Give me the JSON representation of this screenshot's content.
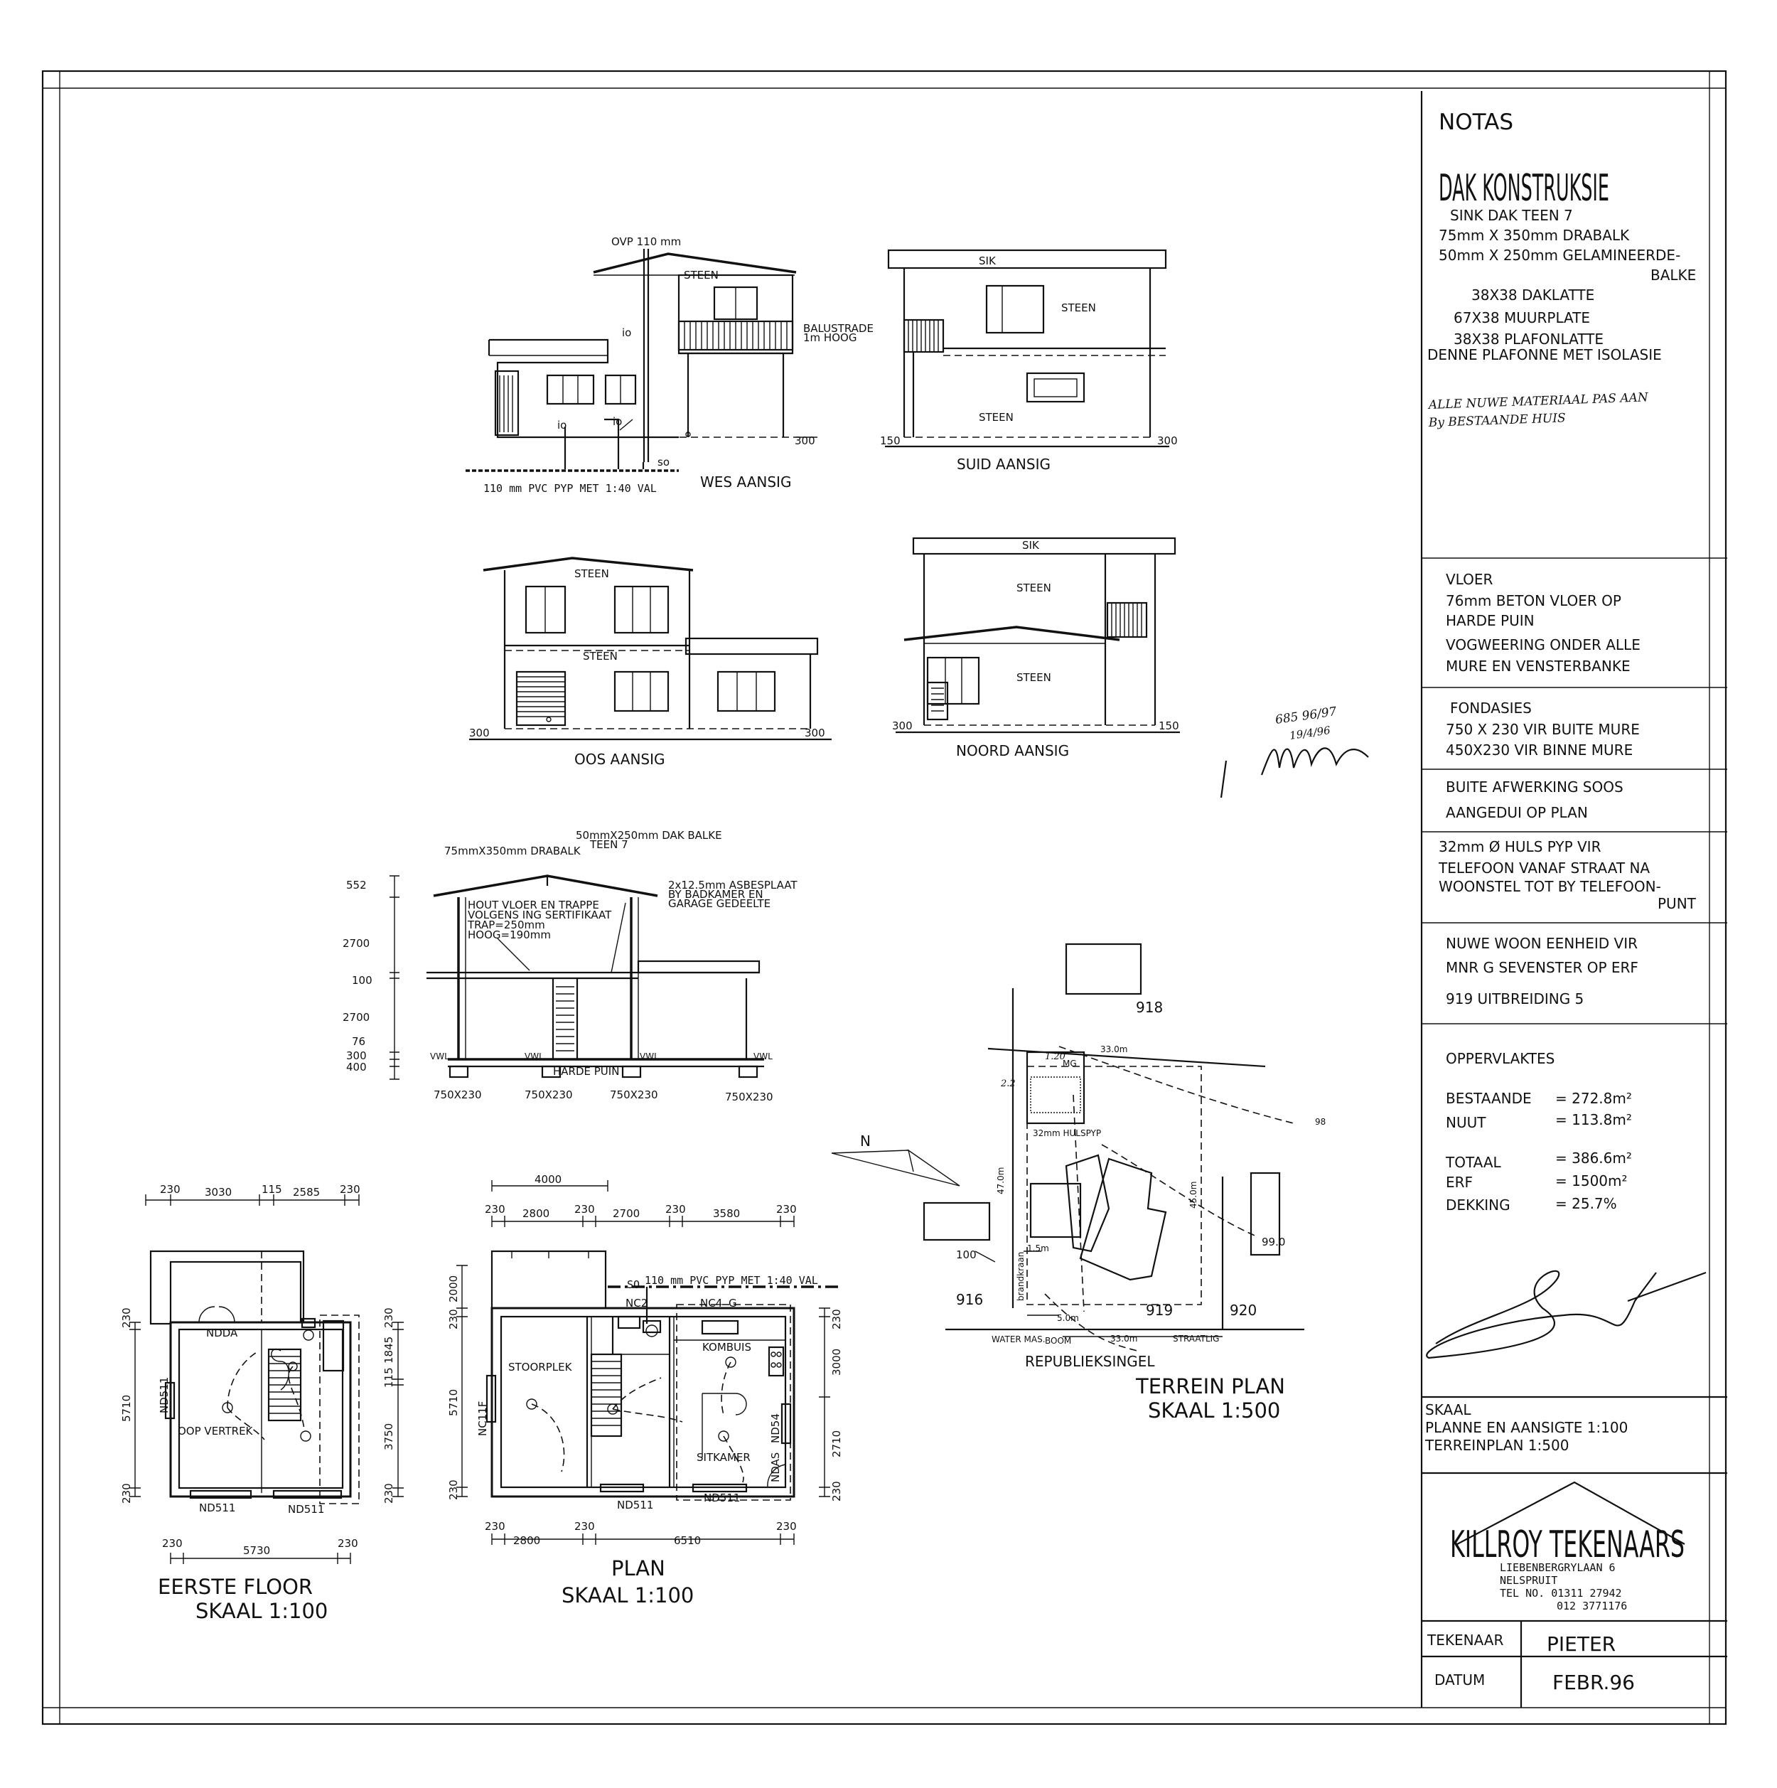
{
  "notes": {
    "heading": "NOTAS",
    "roof_title": "DAK KONSTRUKSIE",
    "roof_lines": [
      "SINK DAK TEEN 7",
      "75mm X 350mm DRABALK",
      "50mm X 250mm GELAMINEERDE-",
      "BALKE",
      "38X38 DAKLATTE",
      "67X38 MUURPLATE",
      "38X38 PLAFONLATTE",
      "DENNE PLAFONNE MET ISOLASIE"
    ],
    "handwritten_note": [
      "ALLE NUWE MATERIAAL PAS AAN",
      "By BESTAANDE HUIS"
    ],
    "floor_lines": [
      "VLOER",
      "76mm BETON VLOER  OP",
      "HARDE PUIN",
      "VOGWEERING ONDER ALLE",
      "MURE EN VENSTERBANKE"
    ],
    "foundation_lines": [
      "FONDASIES",
      "750 X 230 VIR BUITE MURE",
      "450X230 VIR BINNE MURE"
    ],
    "finish_lines": [
      "BUITE AFWERKING SOOS",
      "AANGEDUI OP PLAN"
    ],
    "pipe_lines": [
      "32mm Ø HULS PYP VIR",
      "TELEFOON VANAF STRAAT NA",
      "WOONSTEL TOT BY TELEFOON-",
      "PUNT"
    ],
    "unit_lines": [
      "NUWE WOON EENHEID VIR",
      "MNR G SEVENSTER  OP ERF",
      "919 UITBREIDING 5"
    ],
    "areas_title": "OPPERVLAKTES",
    "areas": [
      {
        "label": "BESTAANDE",
        "value": "= 272.8m²"
      },
      {
        "label": "NUUT",
        "value": "= 113.8m²"
      },
      {
        "label": "TOTAAL",
        "value": "= 386.6m²"
      },
      {
        "label": "ERF",
        "value": "= 1500m²"
      },
      {
        "label": "DEKKING",
        "value": "= 25.7%"
      }
    ],
    "scale_lines": [
      "SKAAL",
      "PLANNE EN AANSIGTE 1:100",
      "TERREINPLAN 1:500"
    ]
  },
  "firm": {
    "logo": "KILLROY TEKENAARS",
    "address": [
      "LIEBENBERGRYLAAN 6",
      "NELSPRUIT",
      "TEL NO. 01311 27942",
      "012 3771176"
    ]
  },
  "titleblock": {
    "drafter_label": "TEKENAAR",
    "drafter": "PIETER",
    "date_label": "DATUM",
    "date": "FEBR.96"
  },
  "stamp": [
    "685 96/97",
    "19/4/96"
  ],
  "elevations": {
    "wes": {
      "title": "WES AANSIG",
      "vent": "OVP 110 mm",
      "steen": "STEEN",
      "balustrade": [
        "BALUSTRADE",
        "1m HOOG"
      ],
      "level": "300",
      "pipe": "110 mm PVC PYP MET 1:40 VAL",
      "io": "io",
      "so": "so"
    },
    "suid": {
      "title": "SUID AANSIG",
      "sik": "SIK",
      "steen": "STEEN",
      "level_left": "150",
      "level_right": "300"
    },
    "oos": {
      "title": "OOS AANSIG",
      "steen": "STEEN",
      "level_left": "300",
      "level_right": "300"
    },
    "noord": {
      "title": "NOORD AANSIG",
      "sik": "SIK",
      "steen": "STEEN",
      "level_left": "300",
      "level_right": "150"
    }
  },
  "section": {
    "notes": [
      "75mmX350mm DRABALK",
      "50mmX250mm DAK BALKE",
      "TEEN 7",
      "HOUT VLOER EN TRAPPE",
      "VOLGENS ING SERTIFIKAAT",
      "TRAP=250mm",
      "HOOG=190mm",
      "2x12.5mm ASBESPLAAT",
      "BY BADKAMER EN",
      "GARAGE GEDEELTE",
      "HARDE PUIN",
      "VWL"
    ],
    "dims": [
      "552",
      "2700",
      "100",
      "2700",
      "76",
      "300",
      "400"
    ],
    "footings": [
      "750X230",
      "750X230",
      "750X230",
      "750X230"
    ]
  },
  "first_floor": {
    "title": "EERSTE FLOOR",
    "scale": "SKAAL 1:100",
    "top_dims": [
      "230",
      "3030",
      "115",
      "2585",
      "230"
    ],
    "bottom_dims": [
      "230",
      "5730",
      "230"
    ],
    "left_dims": [
      "230",
      "5710",
      "230"
    ],
    "right_dims": [
      "230",
      "1845",
      "115",
      "3750",
      "230"
    ],
    "rooms": [
      "NDDA",
      "OOP VERTREK"
    ],
    "windows": [
      "ND511",
      "ND511",
      "ND511"
    ]
  },
  "ground_floor": {
    "title": "PLAN",
    "scale": "SKAAL 1:100",
    "top_dims": [
      "4000",
      "230",
      "2800",
      "230",
      "2700",
      "230",
      "3580",
      "230"
    ],
    "bottom_dims": [
      "230",
      "2800",
      "230",
      "6510",
      "230"
    ],
    "left_dims": [
      "2000",
      "230",
      "5710",
      "230"
    ],
    "right_dims": [
      "230",
      "3000",
      "2710",
      "230"
    ],
    "pipe": "110 mm PVC PYP MET 1:40 VAL",
    "so": "SO",
    "rooms": [
      "STOORPLEK",
      "KOMBUIS",
      "SITKAMER"
    ],
    "labels": [
      "NC2",
      "NC4",
      "G",
      "NC11F",
      "ND54",
      "NDAS",
      "ND511",
      "ND511"
    ]
  },
  "site": {
    "title": "TERREIN PLAN",
    "scale": "SKAAL 1:500",
    "north": "N",
    "erven": [
      "918",
      "916",
      "919",
      "920"
    ],
    "street": "REPUBLIEKSINGEL",
    "labels": [
      "33.0m",
      "MG",
      "32mm HULSPYP",
      "47.0m",
      "45.0m",
      "1.5m",
      "5.0m",
      "33.0m",
      "STRAATLIG",
      "BOOM",
      "brandkraan",
      "WATER MAS.",
      "100",
      "99.0",
      "98",
      "1.20",
      "2.2"
    ]
  }
}
